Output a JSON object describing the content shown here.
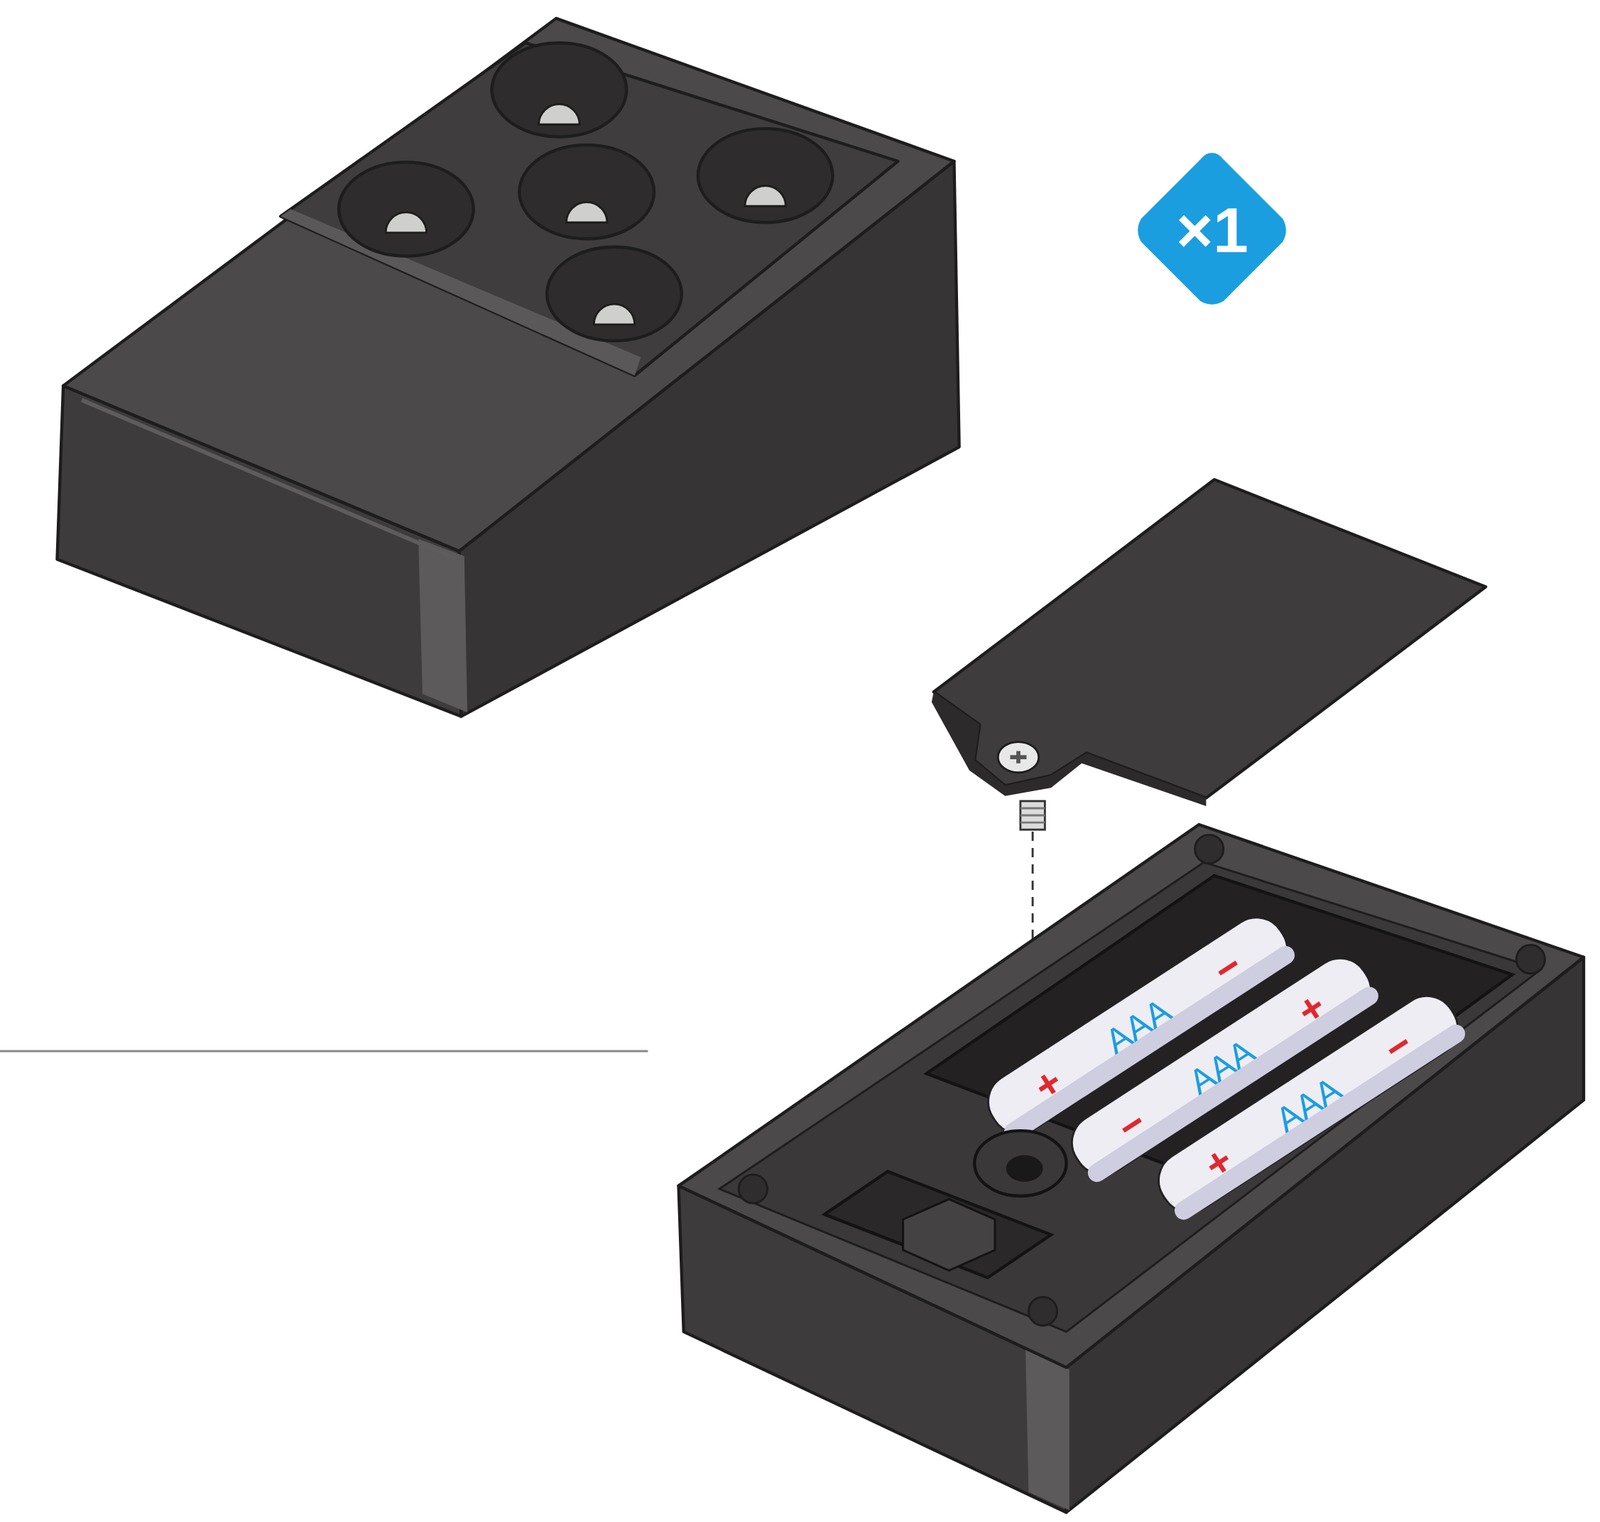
{
  "diagram": {
    "nodes": [
      {
        "text": [
          "×1"
        ]
      }
    ],
    "labels": [
      "+",
      "AAA",
      "−",
      "−",
      "AAA",
      "+",
      "+",
      "AAA",
      "−"
    ]
  }
}
